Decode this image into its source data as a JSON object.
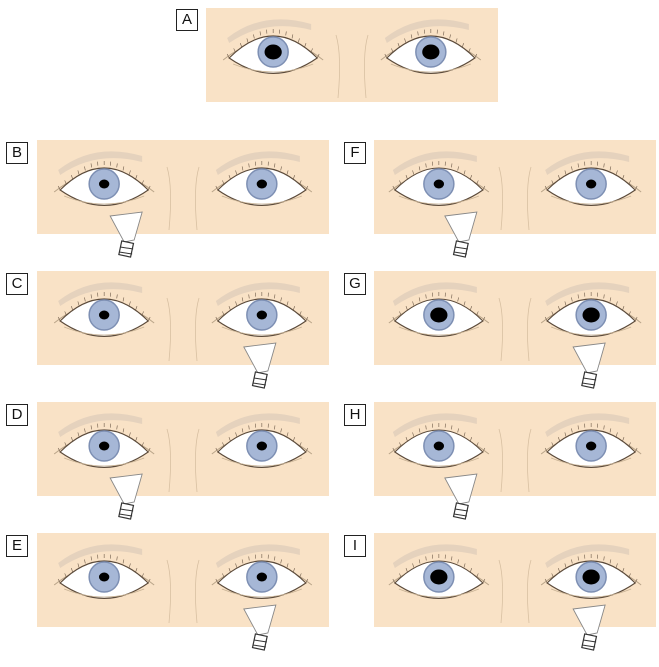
{
  "panels": [
    {
      "label": "A",
      "pupil": "large",
      "light": "none"
    },
    {
      "label": "B",
      "pupil": "medium",
      "light": "right-eye"
    },
    {
      "label": "C",
      "pupil": "medium",
      "light": "left-eye"
    },
    {
      "label": "D",
      "pupil": "medium",
      "light": "right-eye"
    },
    {
      "label": "E",
      "pupil": "medium",
      "light": "left-eye"
    },
    {
      "label": "F",
      "pupil": "medium",
      "light": "right-eye"
    },
    {
      "label": "G",
      "pupil": "large",
      "light": "left-eye"
    },
    {
      "label": "H",
      "pupil": "medium",
      "light": "right-eye"
    },
    {
      "label": "I",
      "pupil": "large",
      "light": "left-eye"
    }
  ],
  "colors": {
    "skin": "#f9e2c6",
    "iris": "#a6b7d6",
    "iris_ring": "#7d8fb3",
    "pupil": "#000000",
    "sclera": "#ffffff",
    "brow": "#e5d2bd"
  }
}
